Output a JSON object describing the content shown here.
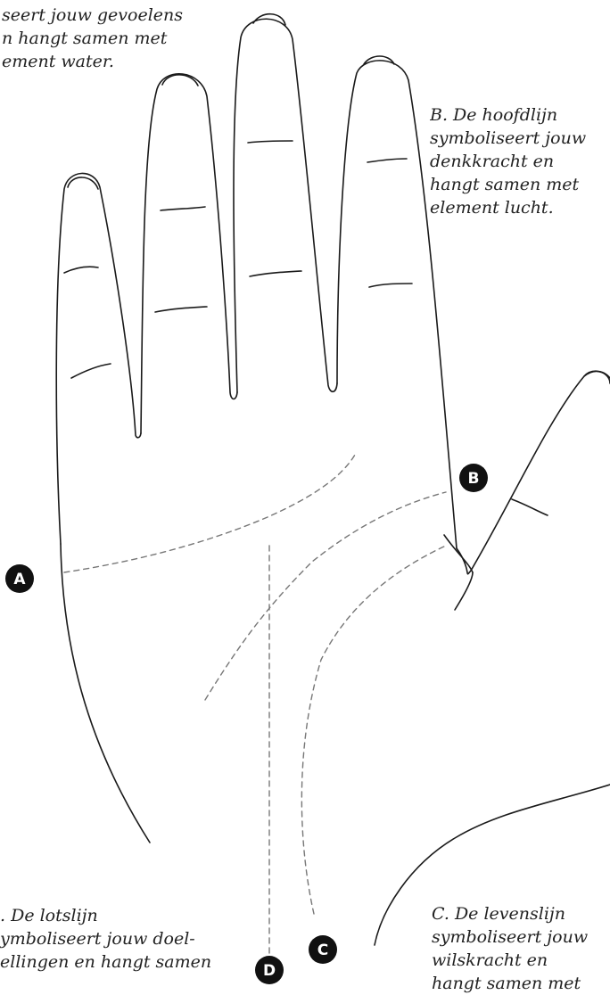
{
  "captions": {
    "heart": {
      "lines": [
        "seert jouw gevoelens",
        "n hangt samen met",
        "ement water."
      ]
    },
    "head": {
      "lines": [
        "B. De hoofdlijn",
        "symboliseert jouw",
        "denkkracht en",
        "hangt samen met",
        "element lucht."
      ]
    },
    "life": {
      "lines": [
        "C. De levenslijn",
        "symboliseert jouw",
        "wilskracht en",
        "hangt samen met"
      ]
    },
    "fate": {
      "lines": [
        ". De lotslijn",
        "ymboliseert jouw doel-",
        "ellingen en hangt samen"
      ]
    }
  },
  "markers": {
    "a": "A",
    "b": "B",
    "c": "C",
    "d": "D"
  },
  "colors": {
    "line": "#1a1a1a",
    "dashed": "#777777",
    "marker": "#111111",
    "text": "#222222"
  }
}
